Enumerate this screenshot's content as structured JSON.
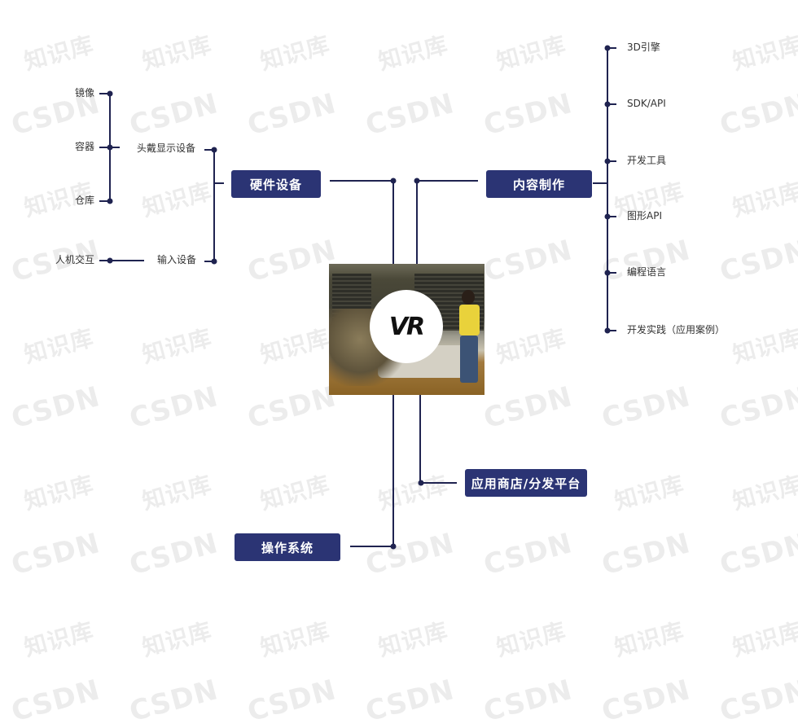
{
  "diagram": {
    "center": {
      "label": "VR",
      "icon": "vr-logo-icon"
    },
    "branches": [
      {
        "label": "硬件设备",
        "children": [
          {
            "label": "头戴显示设备",
            "children": [
              {
                "label": "镜像"
              },
              {
                "label": "容器"
              },
              {
                "label": "仓库"
              }
            ]
          },
          {
            "label": "输入设备",
            "children": [
              {
                "label": "人机交互"
              }
            ]
          }
        ]
      },
      {
        "label": "内容制作",
        "children": [
          {
            "label": "3D引擎"
          },
          {
            "label": "SDK/API"
          },
          {
            "label": "开发工具"
          },
          {
            "label": "图形API"
          },
          {
            "label": "编程语言"
          },
          {
            "label": "开发实践（应用案例）"
          }
        ]
      },
      {
        "label": "应用商店/分发平台",
        "children": []
      },
      {
        "label": "操作系统",
        "children": []
      }
    ]
  },
  "watermarks": {
    "zh": "知识库",
    "en": "CSDN"
  },
  "colors": {
    "node_fill": "#2b3474",
    "line": "#1f2350",
    "node_text": "#ffffff",
    "leaf_text": "#333333",
    "watermark": "#ececec"
  }
}
